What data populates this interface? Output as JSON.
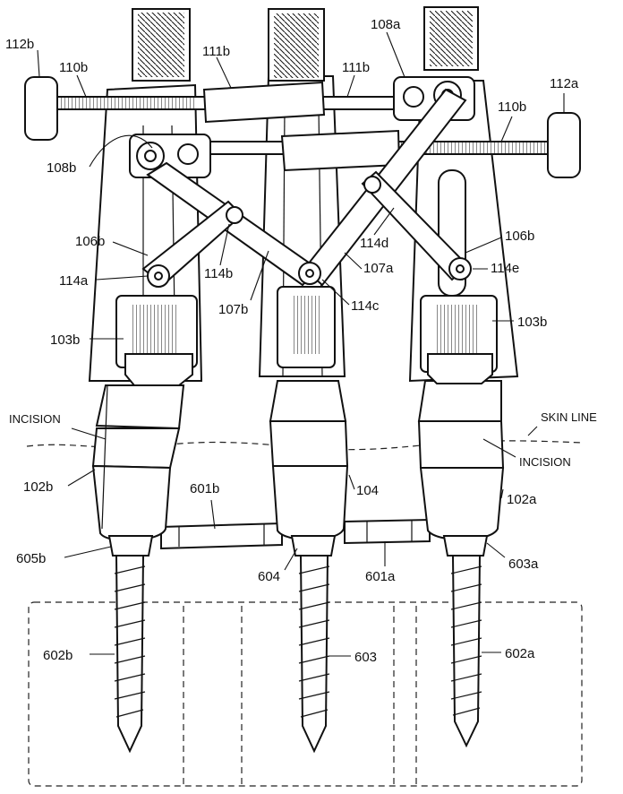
{
  "figure": {
    "labels": {
      "l112b": "112b",
      "l110b_left": "110b",
      "l111b_left": "111b",
      "l111b_right": "111b",
      "l108a": "108a",
      "l112a": "112a",
      "l110b_right": "110b",
      "l108b": "108b",
      "l106b_left": "106b",
      "l106b_right": "106b",
      "l114a": "114a",
      "l114b": "114b",
      "l114d": "114d",
      "l114e": "114e",
      "l107a": "107a",
      "l114c": "114c",
      "l107b": "107b",
      "l103b_left": "103b",
      "l103b_right": "103b",
      "incision_left": "INCISION",
      "skin_line": "SKIN LINE",
      "incision_right": "INCISION",
      "l102b": "102b",
      "l601b": "601b",
      "l104": "104",
      "l102a": "102a",
      "l605b": "605b",
      "l604": "604",
      "l601a": "601a",
      "l603a": "603a",
      "l602b": "602b",
      "l603": "603",
      "l602a": "602a"
    }
  }
}
